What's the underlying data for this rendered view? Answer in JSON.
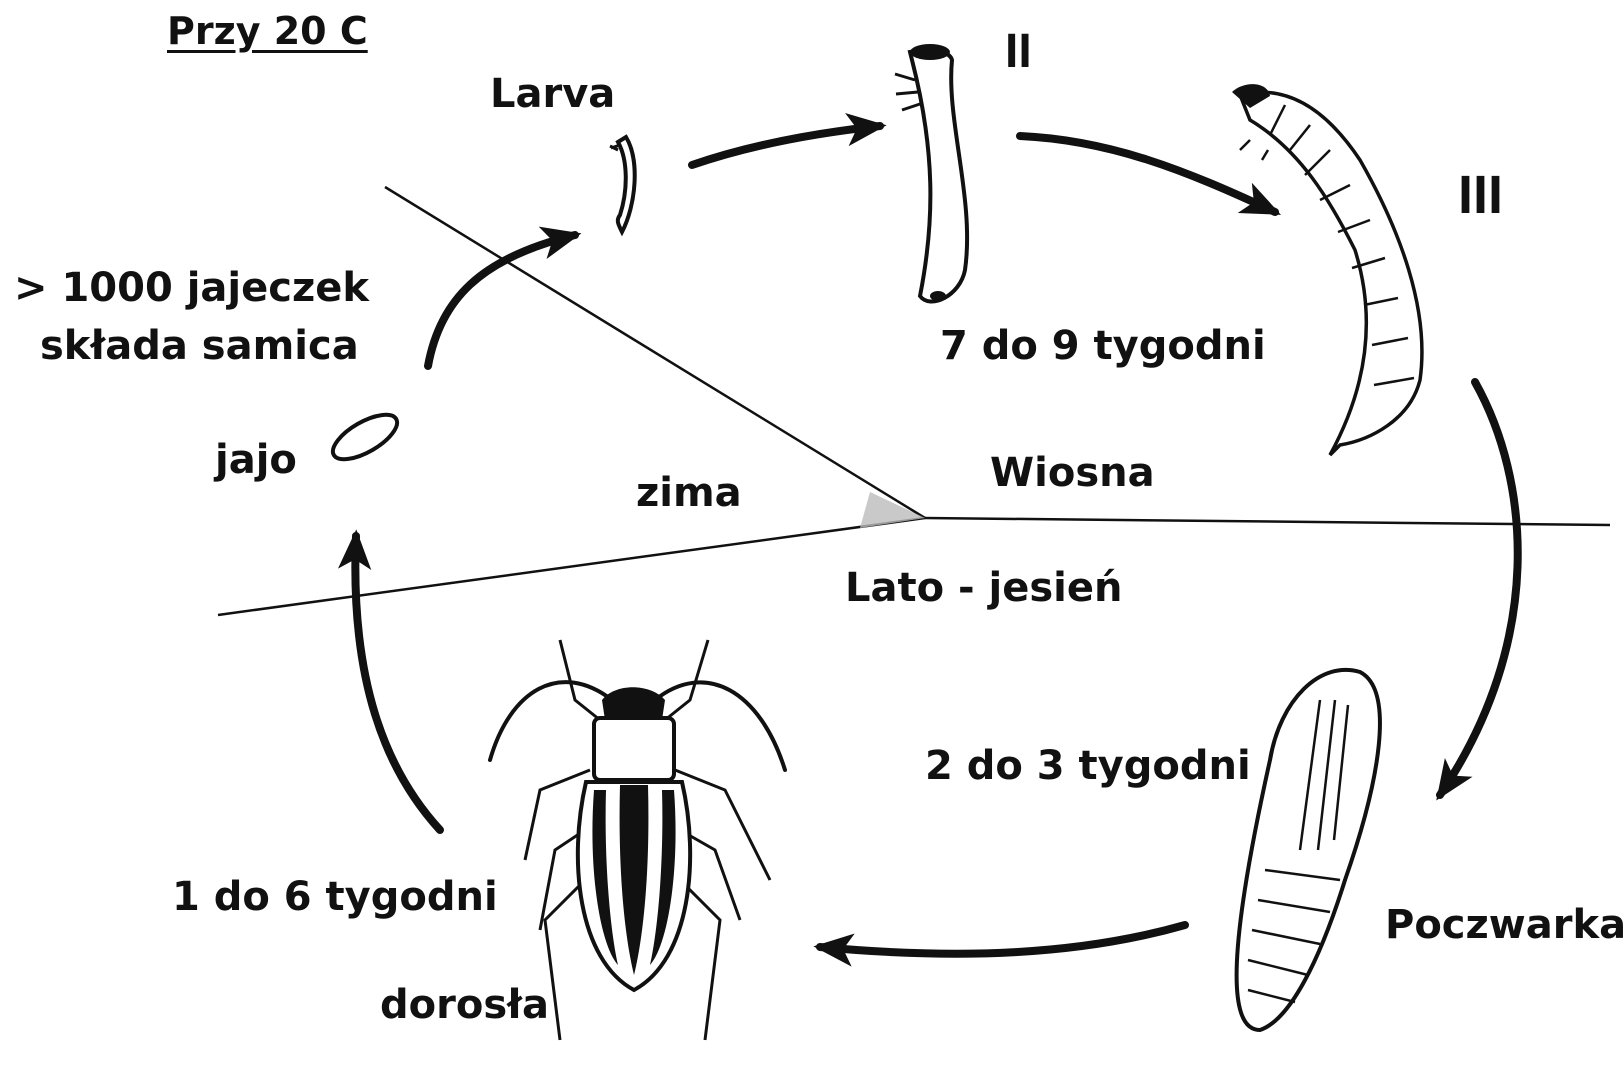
{
  "title": "Przy 20 C",
  "stages": {
    "larva": "Larva",
    "larva_stage_2": "II",
    "larva_stage_3": "III",
    "egg": "jajo",
    "pupa": "Poczwarka",
    "adult": "dorosła"
  },
  "durations": {
    "larva": "7 do 9 tygodni",
    "pupa": "2 do 3 tygodni",
    "adult": "1 do 6 tygodni"
  },
  "eggs_note": {
    "line1": "> 1000 jajeczek",
    "line2": "składa samica"
  },
  "seasons": {
    "winter": "zima",
    "spring": "Wiosna",
    "summer_autumn": "Lato - jesień"
  }
}
